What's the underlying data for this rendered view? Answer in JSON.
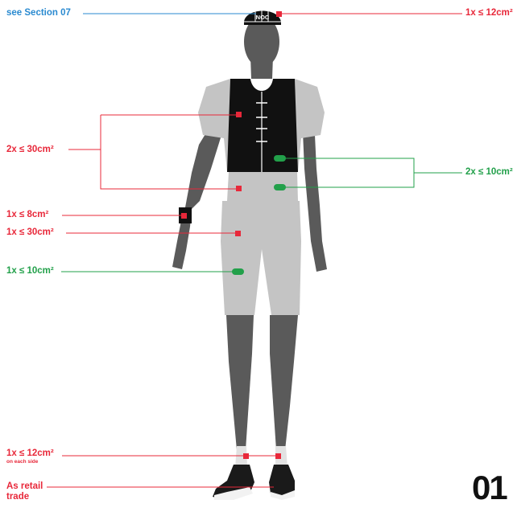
{
  "labels": {
    "cap_section": "see Section 07",
    "cap_logo": "1x ≤ 12cm²",
    "torso": "2x ≤ 30cm²",
    "side": "2x ≤ 10cm²",
    "wrist": "1x ≤ 8cm²",
    "hip": "1x ≤ 30cm²",
    "thigh": "1x ≤ 10cm²",
    "socks": "1x ≤ 12cm²",
    "socks_note": "on each side",
    "shoes_line1": "As retail",
    "shoes_line2": "trade"
  },
  "cap_text": "NOC",
  "page_number": "01",
  "colors": {
    "red": "#e8283a",
    "green": "#22a04a",
    "blue": "#2a8ad0",
    "skin": "#5a5a5a",
    "garment_light": "#c4c4c4",
    "garment_dark": "#111111"
  }
}
